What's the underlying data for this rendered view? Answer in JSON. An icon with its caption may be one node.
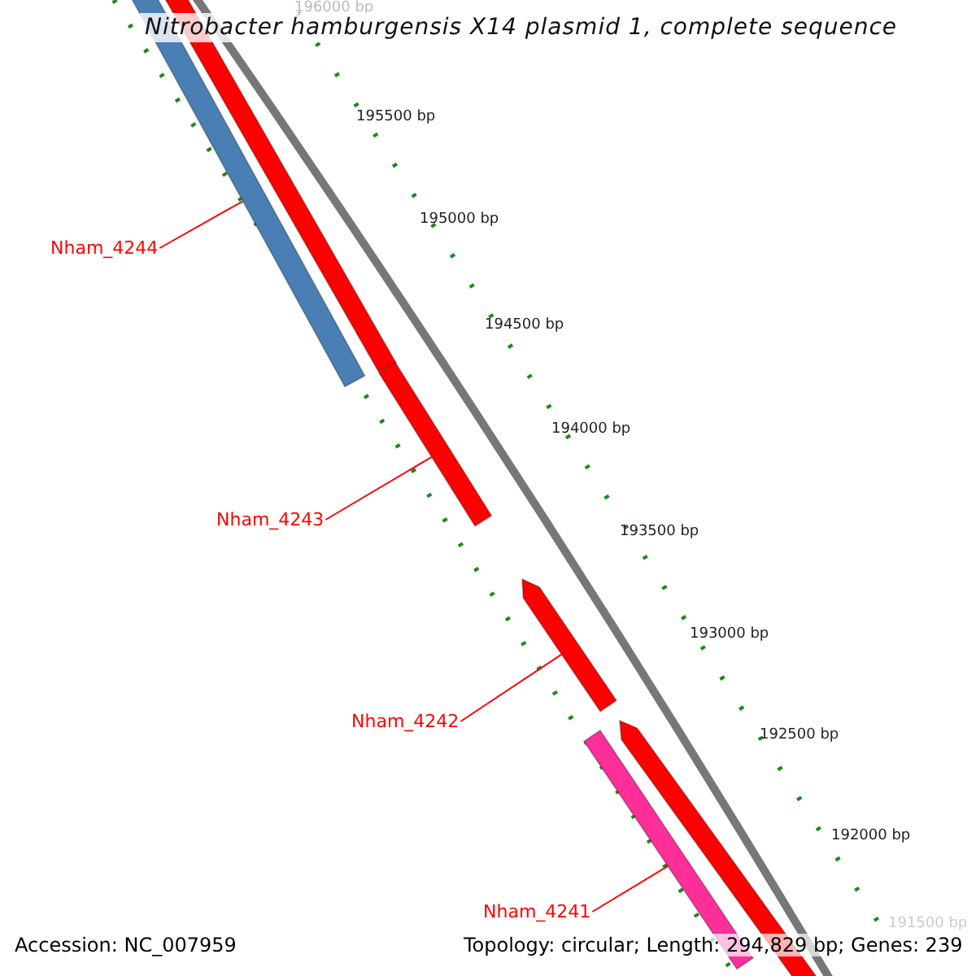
{
  "diagram": {
    "title": "Nitrobacter hamburgensis X14 plasmid 1, complete sequence",
    "nodes": [
      {
        "text": [
          "Nham_4244"
        ]
      },
      {
        "text": [],
        "shape": "bar"
      },
      {
        "text": [],
        "shape": "bar"
      },
      {
        "text": [
          "Nham_4243"
        ]
      },
      {
        "text": [],
        "shape": "bar"
      },
      {
        "text": [
          "Nham_4242"
        ]
      },
      {
        "text": [],
        "shape": "arrow"
      },
      {
        "text": [
          "Nham_4241"
        ]
      },
      {
        "text": [],
        "shape": "bar"
      },
      {
        "text": [],
        "shape": "arrow"
      }
    ],
    "edges": [
      {
        "from": 0,
        "to": 1,
        "arrow": "none"
      },
      {
        "from": 3,
        "to": 4,
        "arrow": "none"
      },
      {
        "from": 5,
        "to": 6,
        "arrow": "none"
      },
      {
        "from": 7,
        "to": 8,
        "arrow": "none"
      }
    ],
    "labels": [
      "196000 bp",
      "195500 bp",
      "195000 bp",
      "194500 bp",
      "194000 bp",
      "193500 bp",
      "193000 bp",
      "192500 bp",
      "192000 bp",
      "191500 bp",
      "Accession: NC_007959",
      "Topology: circular; Length: 294,829 bp; Genes: 239"
    ]
  }
}
